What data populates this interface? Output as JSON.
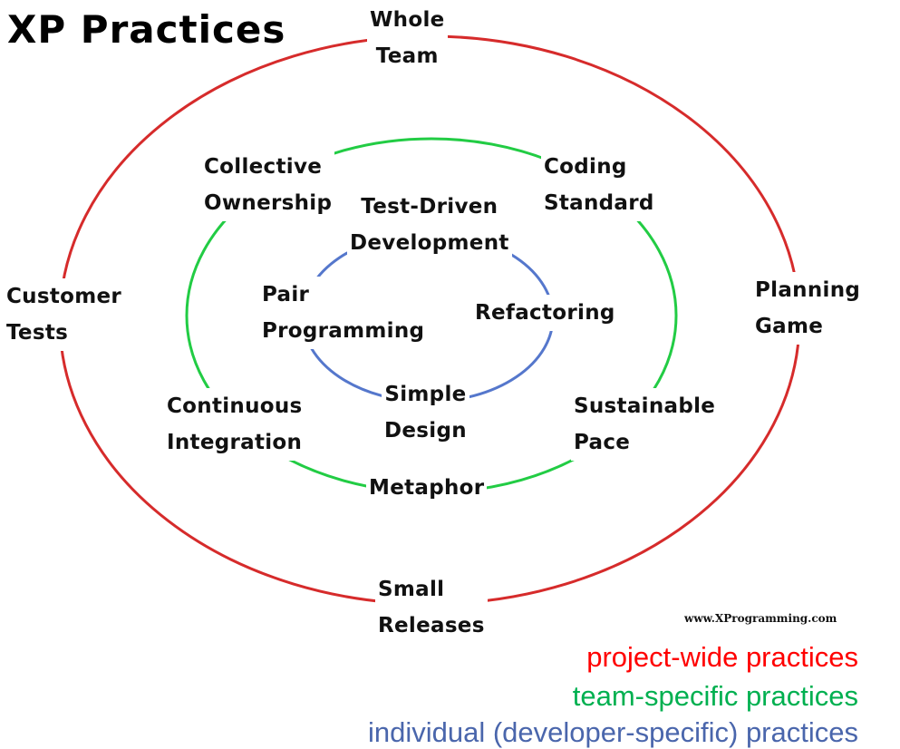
{
  "title": "XP Practices",
  "watermark": "www.XProgramming.com",
  "colors": {
    "project": "#ff0000",
    "team": "#00b050",
    "individual": "#4a66ac",
    "outer_ring": "#d62b2b",
    "middle_ring": "#22cc44",
    "inner_ring": "#5577cc"
  },
  "project_wide": [
    {
      "lines": [
        "Whole",
        "Team"
      ]
    },
    {
      "lines": [
        "Customer",
        "Tests"
      ]
    },
    {
      "lines": [
        "Planning",
        "Game"
      ]
    },
    {
      "lines": [
        "Small",
        "Releases"
      ]
    }
  ],
  "team_specific": [
    {
      "lines": [
        "Collective",
        "Ownership"
      ]
    },
    {
      "lines": [
        "Coding",
        "Standard"
      ]
    },
    {
      "lines": [
        "Continuous",
        "Integration"
      ]
    },
    {
      "lines": [
        "Sustainable",
        "Pace"
      ]
    },
    {
      "lines": [
        "Metaphor"
      ]
    }
  ],
  "individual": [
    {
      "lines": [
        "Test-Driven",
        "Development"
      ]
    },
    {
      "lines": [
        "Pair",
        "Programming"
      ]
    },
    {
      "lines": [
        "Refactoring"
      ]
    },
    {
      "lines": [
        "Simple",
        "Design"
      ]
    }
  ],
  "legend": {
    "project": "project-wide practices",
    "team": "team-specific practices",
    "individual": "individual (developer-specific) practices"
  }
}
